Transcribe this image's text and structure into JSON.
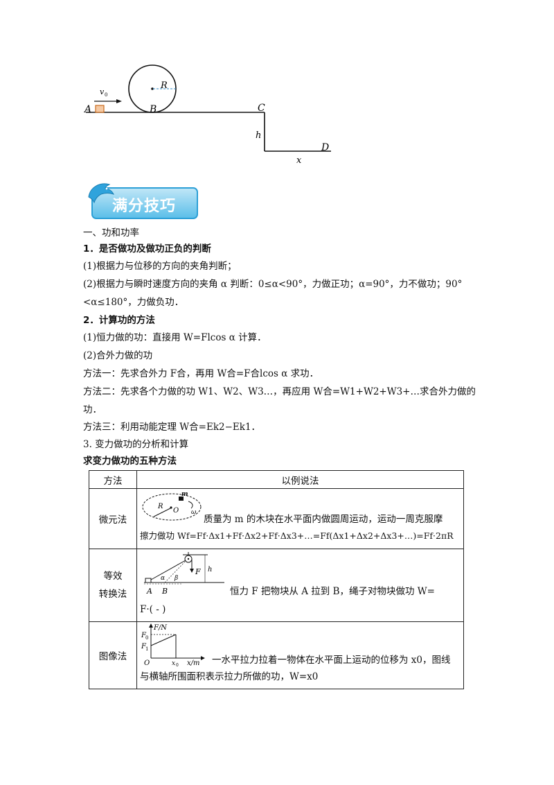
{
  "figure": {
    "labels": {
      "A": "A",
      "B": "B",
      "C": "C",
      "D": "D",
      "R": "R",
      "h": "h",
      "x": "x",
      "v0": "v",
      "v0_sub": "0"
    }
  },
  "banner": {
    "title": "满分技巧"
  },
  "content": {
    "section1": "一、功和功率",
    "h1": "1．是否做功及做功正负的判断",
    "p1": "(1)根据力与位移的方向的夹角判断；",
    "p2a": "(2)根据力与瞬时速度方向的夹角 α 判断：0≤α<90°，力做正功；α=90°，力不做功；90°",
    "p2b": "<α≤180°，力做负功．",
    "h2": "2．计算功的方法",
    "p3": "(1)恒力做的功：直接用 W=Flcos α 计算．",
    "p4": "(2)合外力做的功",
    "p5": "方法一：先求合外力 F合，再用 W合=F合lcos α 求功．",
    "p6a": "方法二：先求各个力做的功 W1、W2、W3…，再应用 W合=W1+W2+W3+…求合外力做的",
    "p6b": "功．",
    "p7": "方法三：利用动能定理 W合=Ek2−Ek1．",
    "section3": "3. 变力做功的分析和计算",
    "h3": "求变力做功的五种方法"
  },
  "table": {
    "headers": [
      "方法",
      "以例说法"
    ],
    "rows": [
      {
        "name": "微元法",
        "line1": "质量为 m 的木块在水平面内做圆周运动，运动一周克服摩",
        "line2": "擦力做功 Wf=Ff·Δx1+Ff·Δx2+Ff·Δx3+…=Ff(Δx1+Δx2+Δx3+…)=Ff·2πR",
        "fig_labels": {
          "R": "R",
          "O": "O",
          "m": "m",
          "omega": "ω"
        }
      },
      {
        "name_line1": "等效",
        "name_line2": "转换法",
        "line1": "恒力 F 把物块从 A 拉到 B，绳子对物块做功 W=",
        "line2": "F·( - )",
        "fig_labels": {
          "A": "A",
          "B": "B",
          "F": "F",
          "h": "h",
          "alpha": "α",
          "beta": "β"
        }
      },
      {
        "name": "图像法",
        "line1": "一水平拉力拉着一物体在水平面上运动的位移为 x0，图线",
        "line2": "与横轴所围面积表示拉力所做的功，W=x0",
        "fig_labels": {
          "F0": "F",
          "F0_sub": "0",
          "F1": "F",
          "F1_sub": "1",
          "axis_y": "F/N",
          "axis_x": "x/m",
          "x0": "x",
          "x0_sub": "0",
          "O": "O"
        }
      }
    ]
  }
}
